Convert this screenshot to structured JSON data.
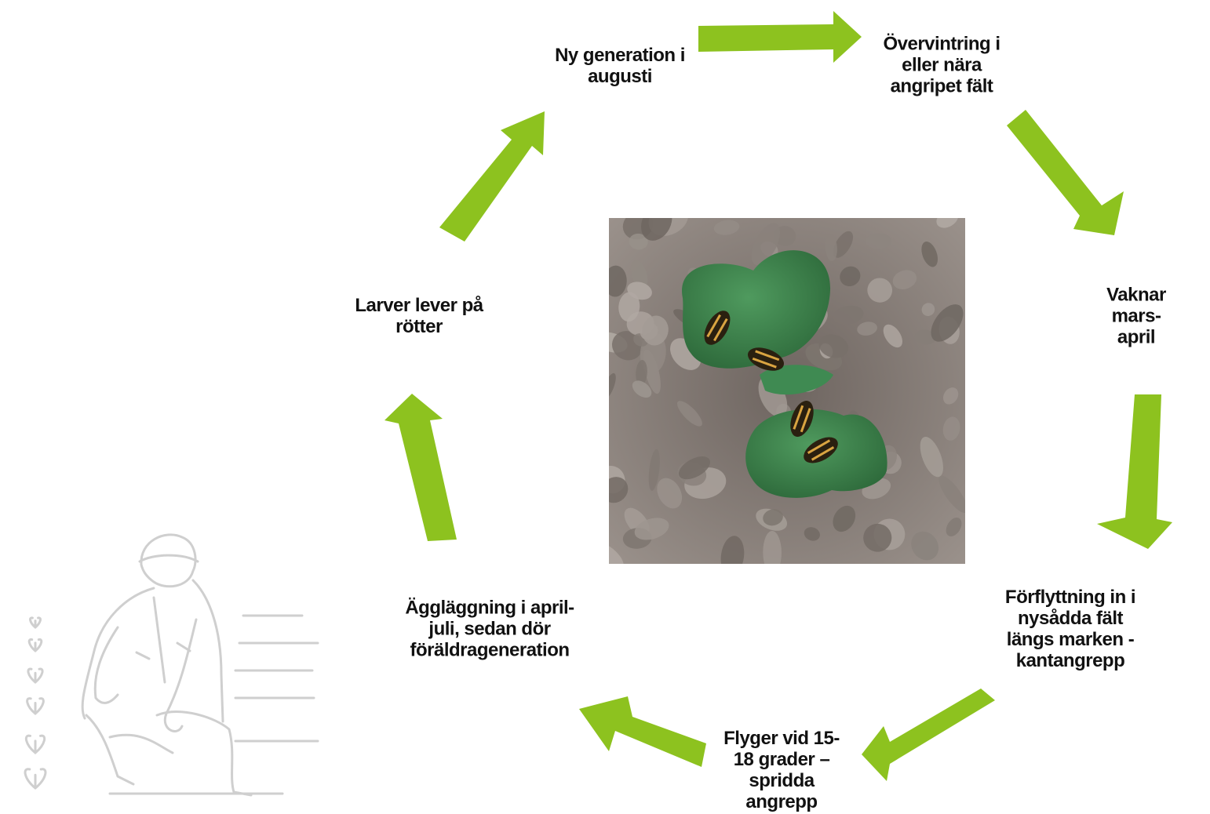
{
  "colors": {
    "arrow": "#8dc21f",
    "text": "#111111",
    "sketch": "#cfcfcf",
    "soil": "#8a817c",
    "leaf": "#3c7f4b",
    "beetle": "#2a2010"
  },
  "stages": [
    {
      "id": "overwintering",
      "text": "Övervintring i\neller nära\nangripet fält"
    },
    {
      "id": "wakes",
      "text": "Vaknar mars-\napril"
    },
    {
      "id": "migration",
      "text": "Förflyttning in i\nnysådda fält\nlängs marken -\nkantangrepp"
    },
    {
      "id": "flight",
      "text": "Flyger vid 15-\n18 grader –\nspridda\nangrepp"
    },
    {
      "id": "egg-laying",
      "text": "Äggläggning i april-\njuli, sedan dör\nföräldrageneration"
    },
    {
      "id": "larvae",
      "text": "Larver lever på\nrötter"
    },
    {
      "id": "new-generation",
      "text": "Ny generation i\naugusti"
    }
  ],
  "arrows": [
    "arrow-1",
    "arrow-2",
    "arrow-3",
    "arrow-4",
    "arrow-5",
    "arrow-6",
    "arrow-7"
  ],
  "photo": {
    "subject": "flea beetles on seedling leaves",
    "beetle_count": 4
  },
  "illustration": {
    "subject": "farmer crouching by seedlings"
  }
}
